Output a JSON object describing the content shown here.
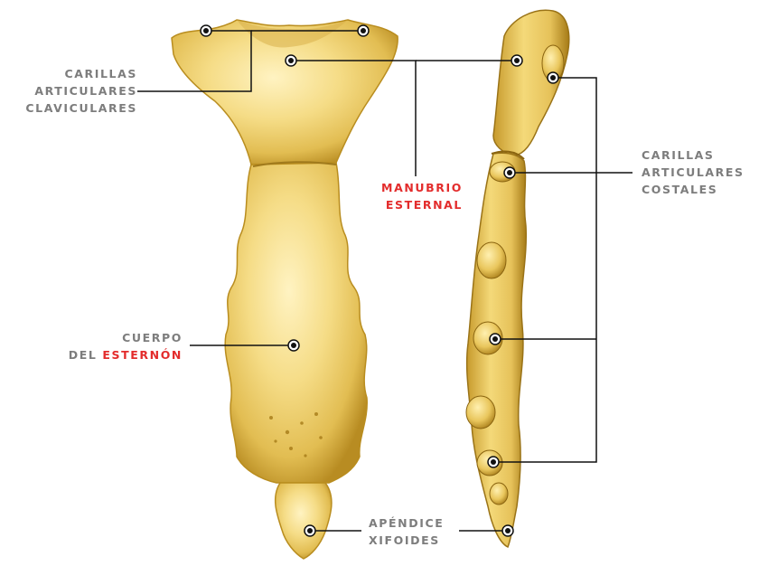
{
  "colors": {
    "bone_light": "#fbe9a6",
    "bone_mid": "#e8c65f",
    "bone_dark": "#b98d1f",
    "bone_shadow": "#8a6410",
    "label_gray": "#7d7d7d",
    "label_red": "#e32c2c",
    "leader_line": "#111111"
  },
  "labels": {
    "carillas_claviculares": [
      "CARILLAS",
      "ARTICULARES",
      "CLAVICULARES"
    ],
    "manubrio": [
      "MANUBRIO",
      "ESTERNAL"
    ],
    "carillas_costales": [
      "CARILLAS",
      "ARTICULARES",
      "COSTALES"
    ],
    "cuerpo_line1": "CUERPO",
    "cuerpo_del": "DEL ",
    "cuerpo_esternon": "ESTERNÓN",
    "apendice": [
      "APÉNDICE",
      "XIFOIDES"
    ]
  }
}
